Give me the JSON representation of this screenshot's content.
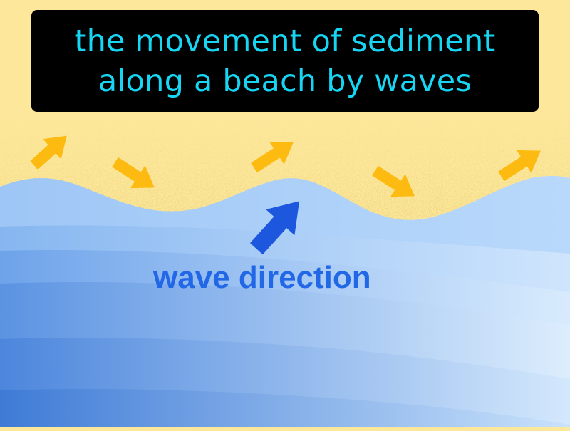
{
  "title": {
    "line1": "the movement of sediment",
    "line2": "along a beach by waves"
  },
  "labels": {
    "wave_direction": "wave direction"
  },
  "colors": {
    "sand": "#fde79a",
    "sand_grain": "#d9b640",
    "water_light": "#a6cdf8",
    "water_deep": "#3a7ad6",
    "sediment_arrow": "#fdbb11",
    "wave_arrow": "#1c57de",
    "title_text": "#16d6f4",
    "title_bg": "#000000"
  }
}
